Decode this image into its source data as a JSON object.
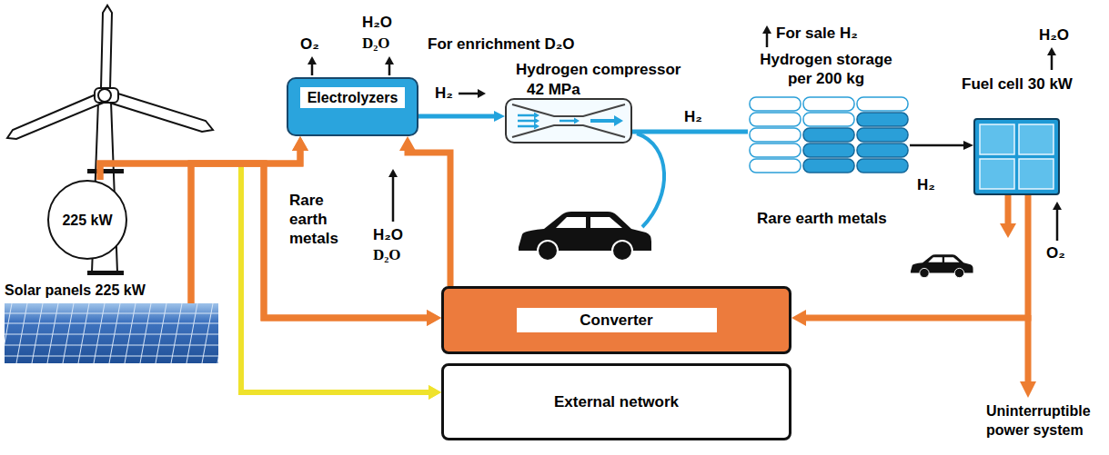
{
  "diagram": {
    "nodes": [
      {
        "text": [
          "225 kW"
        ]
      },
      {
        "text": [
          "Solar panels 225 kW"
        ]
      },
      {
        "text": [
          "Electrolyzers"
        ]
      },
      {
        "text": [
          "Hydrogen compressor",
          "42 MPa"
        ]
      },
      {
        "text": [
          "Hydrogen storage per 200 kg"
        ]
      },
      {
        "text": [
          "Fuel cell 30 kW"
        ]
      },
      {
        "text": [
          "Converter"
        ]
      },
      {
        "text": [
          "External network"
        ]
      }
    ],
    "edges": [
      {
        "from": 0,
        "to": 2,
        "arrow": "to"
      },
      {
        "from": 1,
        "to": 2,
        "arrow": "to"
      },
      {
        "from": 0,
        "to": 6,
        "arrow": "to"
      },
      {
        "from": 1,
        "to": 6,
        "arrow": "to"
      },
      {
        "from": 0,
        "to": 7,
        "arrow": "to"
      },
      {
        "from": 1,
        "to": 7,
        "arrow": "to"
      },
      {
        "from": 6,
        "to": 2,
        "arrow": "to"
      },
      {
        "from": 2,
        "to": 3,
        "label": "H₂",
        "arrow": "to"
      },
      {
        "from": 3,
        "to": 4,
        "label": "H₂",
        "arrow": "none"
      },
      {
        "from": 4,
        "to": 5,
        "label": "H₂",
        "arrow": "to"
      },
      {
        "from": 5,
        "to": 6,
        "arrow": "to"
      }
    ],
    "labels": [
      "O₂",
      "H₂O",
      "D₂O",
      "For enrichment D₂O",
      "Rare earth metals",
      "H₂O",
      "D₂O",
      "For sale H₂",
      "Rare earth metals",
      "H₂O",
      "O₂",
      "Uninterruptible power system"
    ]
  }
}
